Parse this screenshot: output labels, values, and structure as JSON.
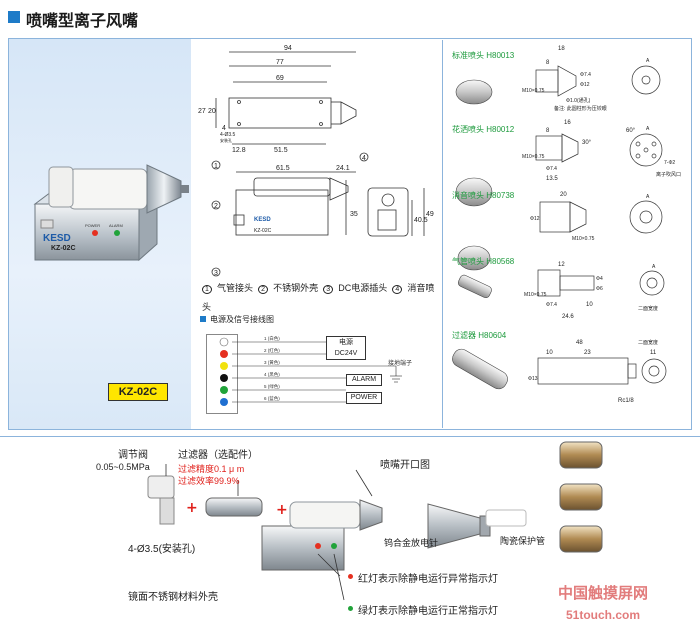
{
  "page": {
    "title": "喷嘴型离子风嘴"
  },
  "product": {
    "brand": "KESD",
    "model_on_device": "KZ-02C",
    "model_badge": "KZ-02C",
    "power_label": "POWER",
    "alarm_label": "ALARM"
  },
  "dimensions": {
    "top": {
      "d94": "94",
      "d77": "77",
      "d69": "69",
      "d27": "27",
      "d20": "20",
      "d4": "4",
      "hole": "4-Ø3.5",
      "hole_note": "安装孔",
      "d12_8": "12.8",
      "d51_5": "51.5"
    },
    "side": {
      "d61_5": "61.5",
      "d24_1": "24.1",
      "d35": "35",
      "d40_5": "40.5",
      "d49": "49",
      "callouts": [
        "1",
        "2",
        "3",
        "4"
      ]
    }
  },
  "legend": [
    {
      "num": "1",
      "text": "气管接头"
    },
    {
      "num": "2",
      "text": "不锈钢外壳"
    },
    {
      "num": "3",
      "text": "DC电源插头"
    },
    {
      "num": "4",
      "text": "消音喷头"
    }
  ],
  "wiring": {
    "title": "电源及信号接线图",
    "wires": [
      "1 (白色)",
      "2 (红色)",
      "3 (黄色)",
      "4 (黑色)",
      "5 (绿色)",
      "6 (蓝色)"
    ],
    "wire_colors": [
      "#ffffff",
      "#e53020",
      "#f1e20e",
      "#111111",
      "#21a33a",
      "#1f6fd1"
    ],
    "power_box": [
      "电源",
      "DC24V"
    ],
    "ground": "接地端子",
    "alarm": "ALARM",
    "power": "POWER"
  },
  "nozzles": [
    {
      "name": "标准喷头 H80013",
      "dims": [
        "18",
        "8",
        "M10×0.75",
        "Φ7.4",
        "Φ12",
        "Φ1.0(通孔)",
        "A"
      ],
      "note": "备注: 此圆柱形为压铰眼"
    },
    {
      "name": "花洒喷头 H80012",
      "dims": [
        "16",
        "8",
        "M10×0.75",
        "Φ7.4",
        "13.5",
        "30°",
        "60°",
        "7-Φ2",
        "A"
      ],
      "note": "离子吹风口"
    },
    {
      "name": "消音喷头 H80738",
      "dims": [
        "20",
        "Φ12",
        "M10×0.75",
        "A"
      ]
    },
    {
      "name": "气管喷头 H80568",
      "dims": [
        "12",
        "M10×0.75",
        "Φ7.4",
        "Φ4",
        "Φ6",
        "10",
        "24.6",
        "A"
      ],
      "note": "二面宽度"
    },
    {
      "name": "过滤器 H80604",
      "dims": [
        "48",
        "10",
        "23",
        "Φ13",
        "11",
        "Rc1/8"
      ],
      "note": "二面宽度"
    }
  ],
  "assembly": {
    "valve_label": "调节阀",
    "valve_range": "0.05~0.5MPa",
    "filter_label": "过滤器（选配件）",
    "filter_precision": "过滤精度0.1 μ m",
    "filter_efficiency": "过滤效率99.9%",
    "nozzle_opening": "喷嘴开口图",
    "holes": "4-Ø3.5(安装孔)",
    "needle": "钨合金放电针",
    "ceramic": "陶瓷保护管",
    "shell": "镜面不锈钢材料外壳",
    "red_light": "红灯表示除静电运行异常指示灯",
    "green_light": "绿灯表示除静电运行正常指示灯"
  },
  "watermark": {
    "line1": "中国触摸屏网",
    "line2": "51touch.com"
  },
  "colors": {
    "accent": "#1e7bc8",
    "frame": "#8cb4dc",
    "badge": "#ffe600",
    "label_green": "#1c9a3c",
    "label_red": "#e0201b"
  }
}
